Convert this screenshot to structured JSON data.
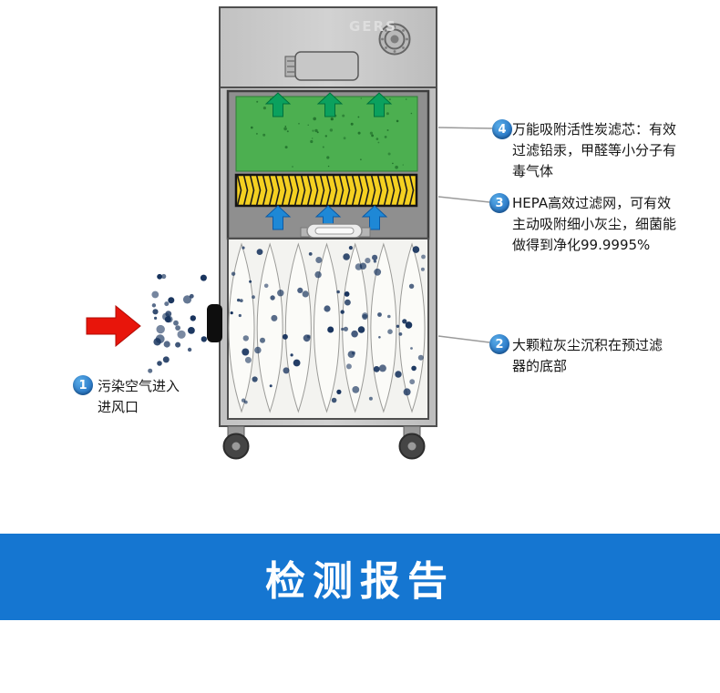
{
  "watermark": "GERS",
  "banner": {
    "title": "检测报告"
  },
  "callouts": [
    {
      "num": "1",
      "lines": [
        "污染空气进入",
        "进风口"
      ]
    },
    {
      "num": "2",
      "lines": [
        "大颗粒灰尘沉积在预过滤",
        "器的底部"
      ]
    },
    {
      "num": "3",
      "lines": [
        "HEPA高效过滤网，可有效",
        "主动吸附细小灰尘，细菌能",
        "做得到净化99.9995%"
      ]
    },
    {
      "num": "4",
      "lines": [
        "万能吸附活性炭滤芯：有效",
        "过滤铅汞，甲醛等小分子有",
        "毒气体"
      ]
    }
  ],
  "icons": {
    "fan": "fan-vent-icon",
    "red_arrow": "airflow-in-arrow",
    "up_arrows_green": "carbon-filter-up-arrows",
    "up_arrows_blue": "hepa-up-arrows"
  },
  "colors": {
    "banner_bg": "#1576d1",
    "callout_blue": "#1b6fc4",
    "filter_green": "#4caf50",
    "filter_yellow": "#f4d021",
    "arrow_red": "#e8150b",
    "arrow_teal": "#0ba15e",
    "arrow_blue": "#1e88d6",
    "dot_navy": "#16325c",
    "cabinet_gray": "#cccccc"
  }
}
